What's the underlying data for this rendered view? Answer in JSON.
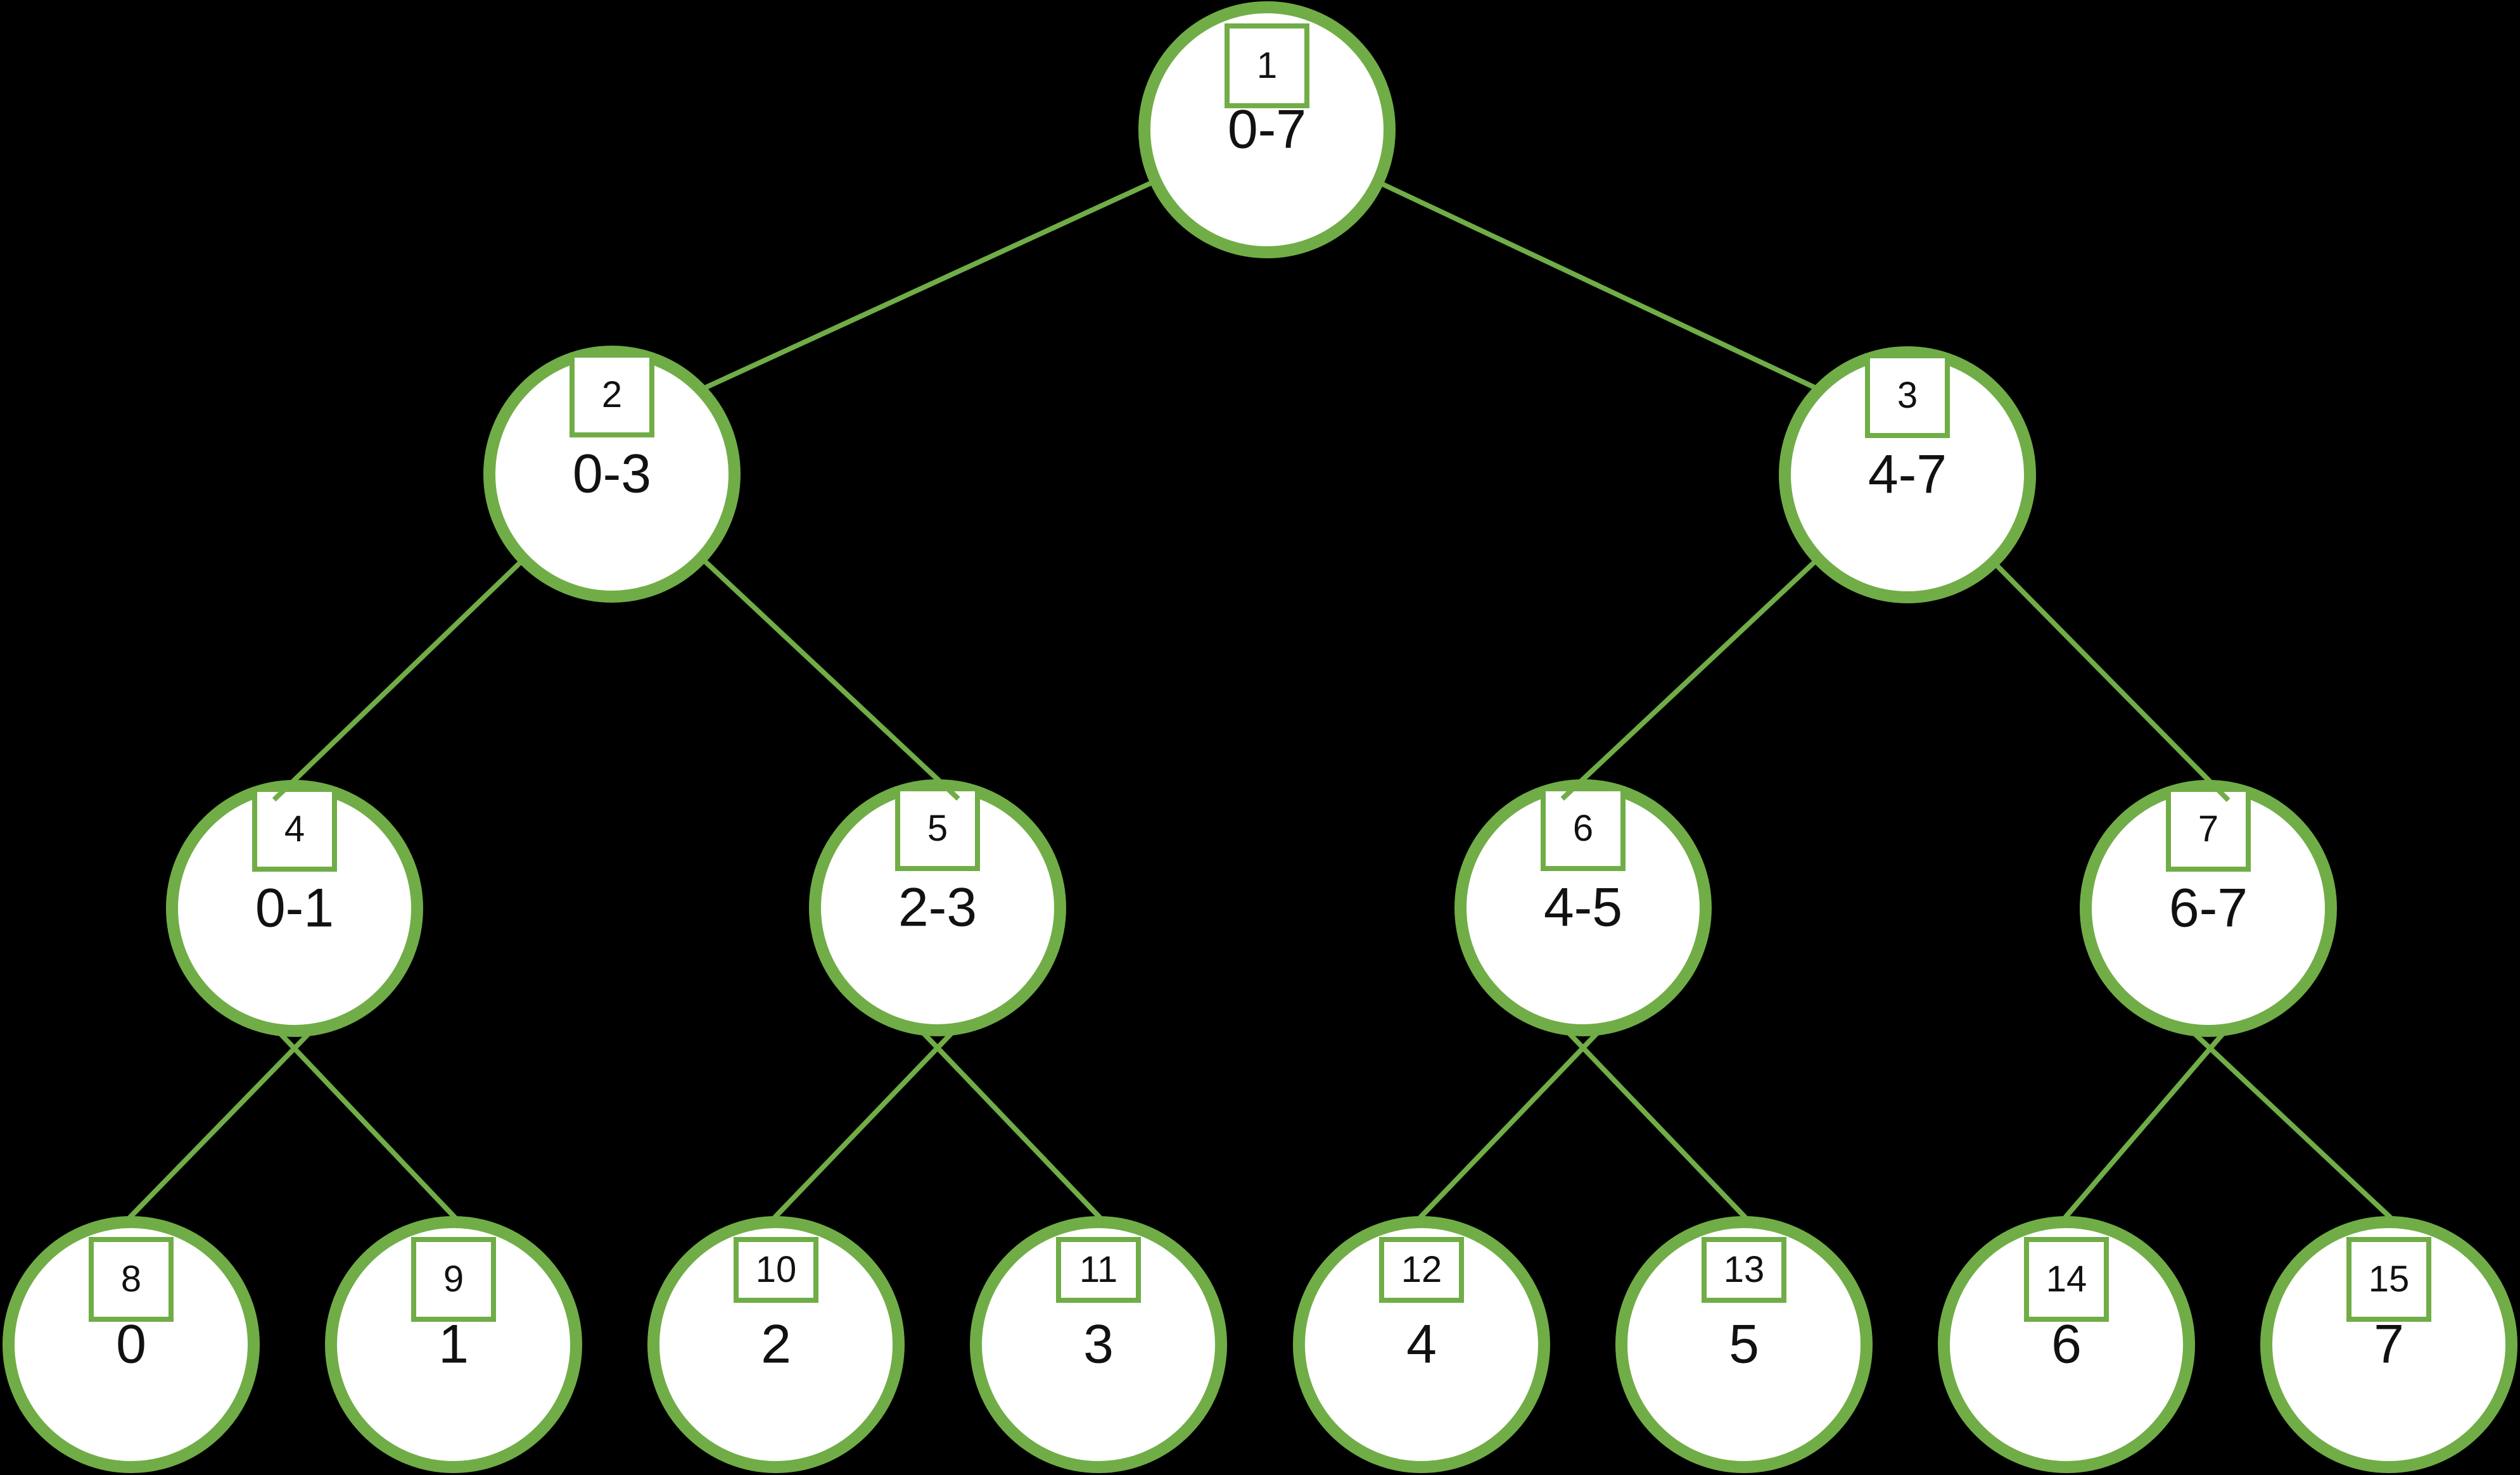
{
  "colors": {
    "background": "#000000",
    "node_fill": "#ffffff",
    "accent_green": "#70AD47",
    "text": "#111111"
  },
  "tree": {
    "nodes": [
      {
        "id": 1,
        "index": "1",
        "label": "0-7"
      },
      {
        "id": 2,
        "index": "2",
        "label": "0-3"
      },
      {
        "id": 3,
        "index": "3",
        "label": "4-7"
      },
      {
        "id": 4,
        "index": "4",
        "label": "0-1"
      },
      {
        "id": 5,
        "index": "5",
        "label": "2-3"
      },
      {
        "id": 6,
        "index": "6",
        "label": "4-5"
      },
      {
        "id": 7,
        "index": "7",
        "label": "6-7"
      },
      {
        "id": 8,
        "index": "8",
        "label": "0"
      },
      {
        "id": 9,
        "index": "9",
        "label": "1"
      },
      {
        "id": 10,
        "index": "10",
        "label": "2"
      },
      {
        "id": 11,
        "index": "11",
        "label": "3"
      },
      {
        "id": 12,
        "index": "12",
        "label": "4"
      },
      {
        "id": 13,
        "index": "13",
        "label": "5"
      },
      {
        "id": 14,
        "index": "14",
        "label": "6"
      },
      {
        "id": 15,
        "index": "15",
        "label": "7"
      }
    ]
  }
}
